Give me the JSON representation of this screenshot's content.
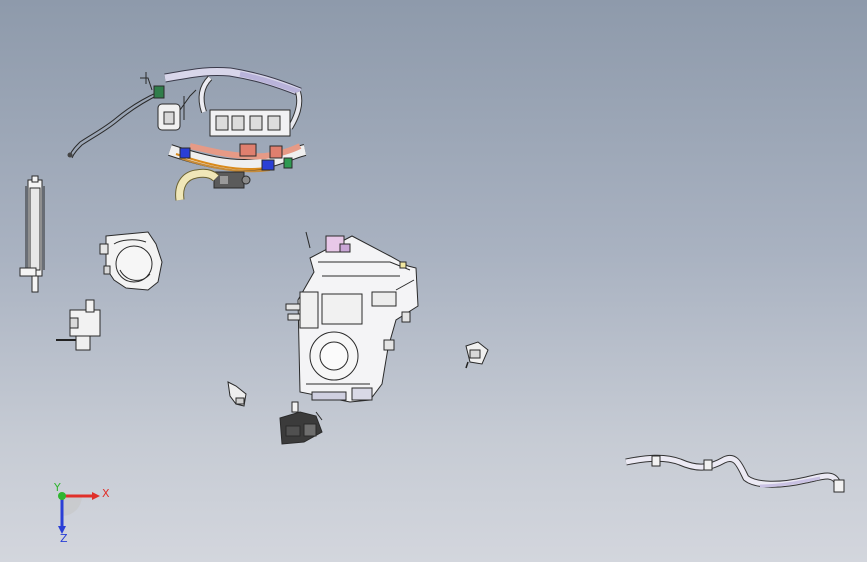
{
  "viewport": {
    "background_top": "#8e9aab",
    "background_bottom": "#d3d6dd"
  },
  "triad": {
    "x_label": "X",
    "y_label": "Y",
    "z_label": "Z",
    "x_color": "#e0302a",
    "y_color": "#2fb52f",
    "z_color": "#2a3fd6"
  },
  "parts": [
    {
      "name": "wiring-harness-assembly",
      "color": "#e9e9ee"
    },
    {
      "name": "radiator-panel",
      "color": "#f2f2f2"
    },
    {
      "name": "blower-housing",
      "color": "#f2f2f2"
    },
    {
      "name": "hvac-main-unit",
      "color": "#f4f4f6"
    },
    {
      "name": "actuator-motor",
      "color": "#3a3a3a"
    },
    {
      "name": "hose-assembly",
      "color": "#ebe9f2"
    }
  ]
}
